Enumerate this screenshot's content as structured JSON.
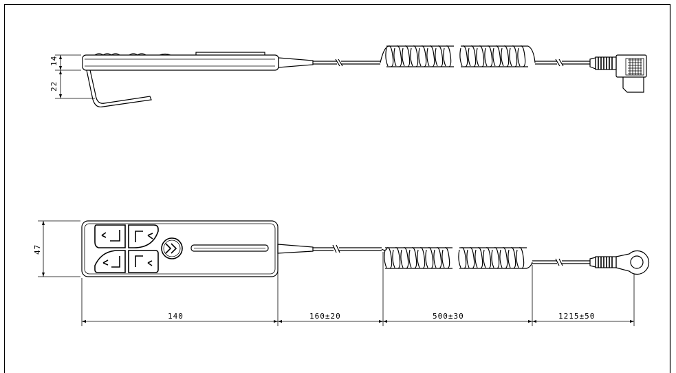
{
  "dimensions": {
    "side_top": "14",
    "side_clip": "22",
    "height": "47",
    "length_body": "140",
    "length_straight": "160±20",
    "length_coil": "500±30",
    "length_total": "1215±50"
  },
  "colors": {
    "line": "#000000",
    "background": "#ffffff"
  },
  "icons": [
    "arrow-up-right-icon",
    "arrow-up-left-icon",
    "arrow-down-left-icon",
    "arrow-down-right-icon",
    "double-chevron-right-icon"
  ]
}
